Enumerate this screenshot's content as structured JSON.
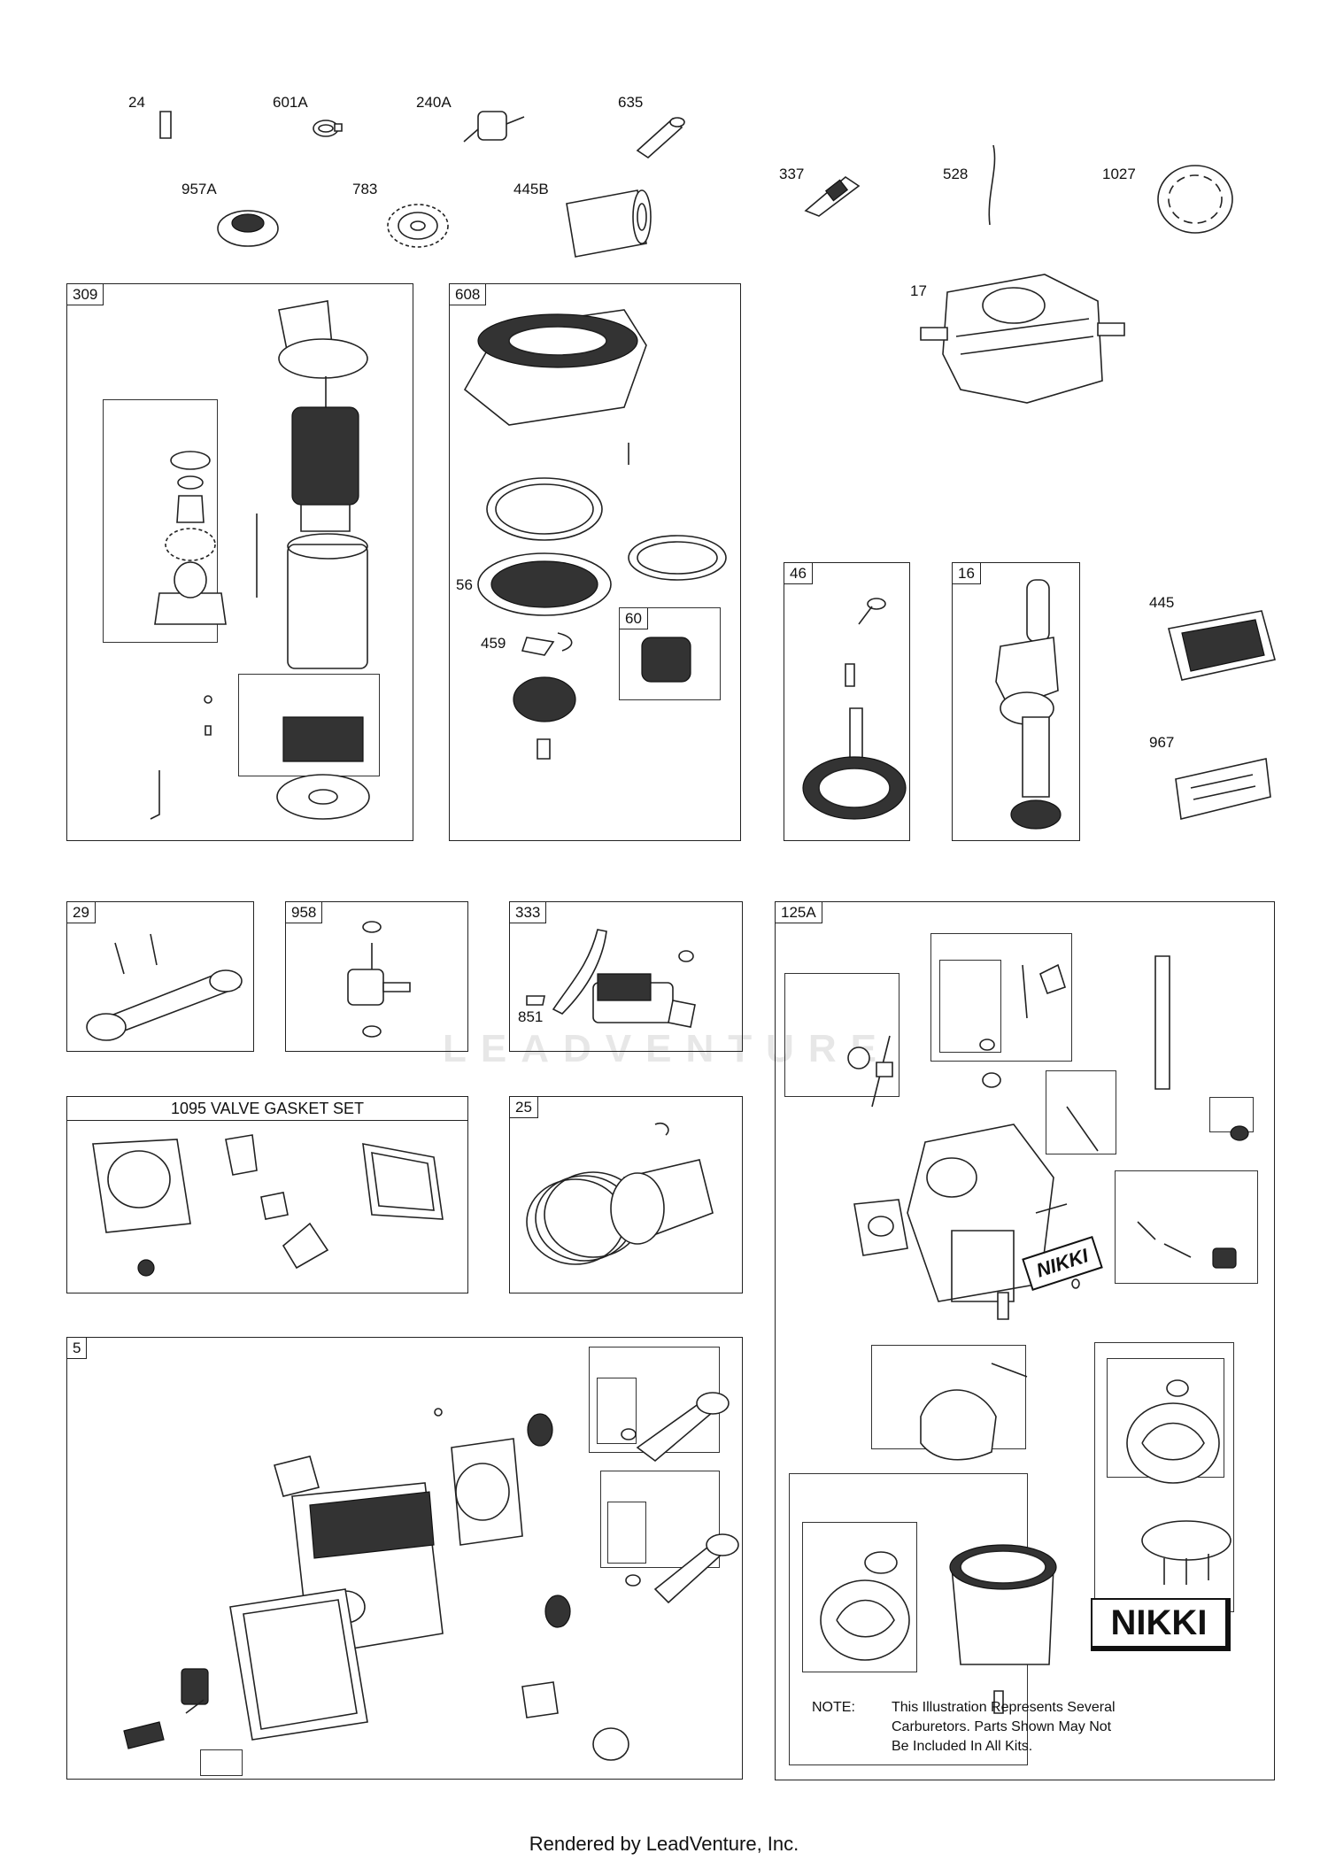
{
  "loose_parts": [
    "24",
    "601A",
    "240A",
    "635",
    "957A",
    "783",
    "445B",
    "337",
    "528",
    "1027",
    "17",
    "445",
    "967"
  ],
  "boxes": {
    "b309": "309",
    "b608": "608",
    "b56": "56",
    "b459": "459",
    "b60": "60",
    "b46": "46",
    "b16": "16",
    "b29": "29",
    "b958": "958",
    "b333": "333",
    "b851": "851",
    "b1095": "1095 VALVE GASKET SET",
    "b25": "25",
    "b5": "5",
    "b125a": "125A"
  },
  "brand": {
    "nikki_label_small": "NIKKI",
    "nikki_label_large": "NIKKI"
  },
  "note": {
    "label": "NOTE:",
    "line1": "This Illustration Represents Several",
    "line2": "Carburetors. Parts Shown May Not",
    "line3": "Be Included In All Kits."
  },
  "watermark": "LEADVENTURE",
  "footer": "Rendered by LeadVenture, Inc."
}
